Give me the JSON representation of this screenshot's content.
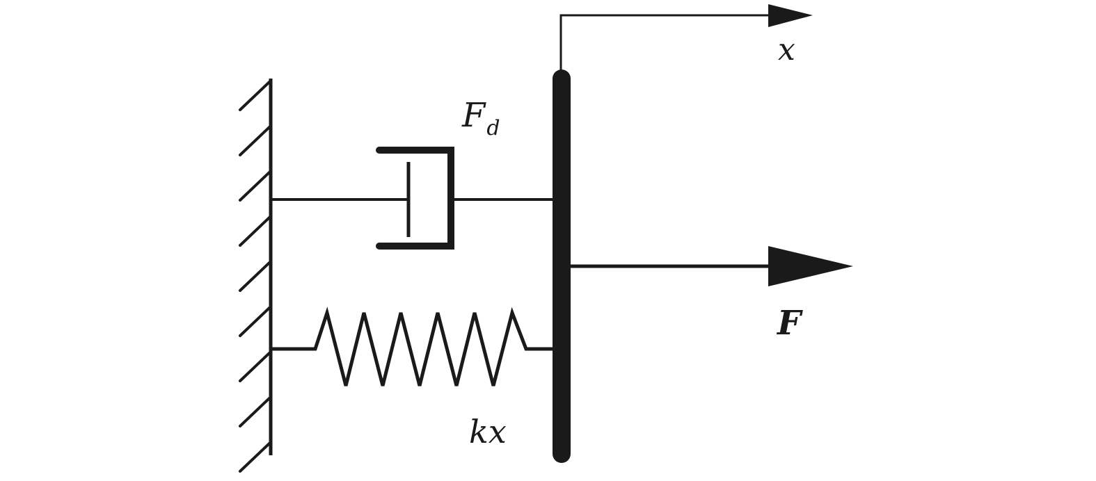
{
  "labels": {
    "displacement": "x",
    "damping_force": "F",
    "damping_force_subscript": "d",
    "applied_force": "F",
    "spring_force": "kx"
  },
  "colors": {
    "stroke": "#1a1a1a",
    "background": "#ffffff"
  }
}
